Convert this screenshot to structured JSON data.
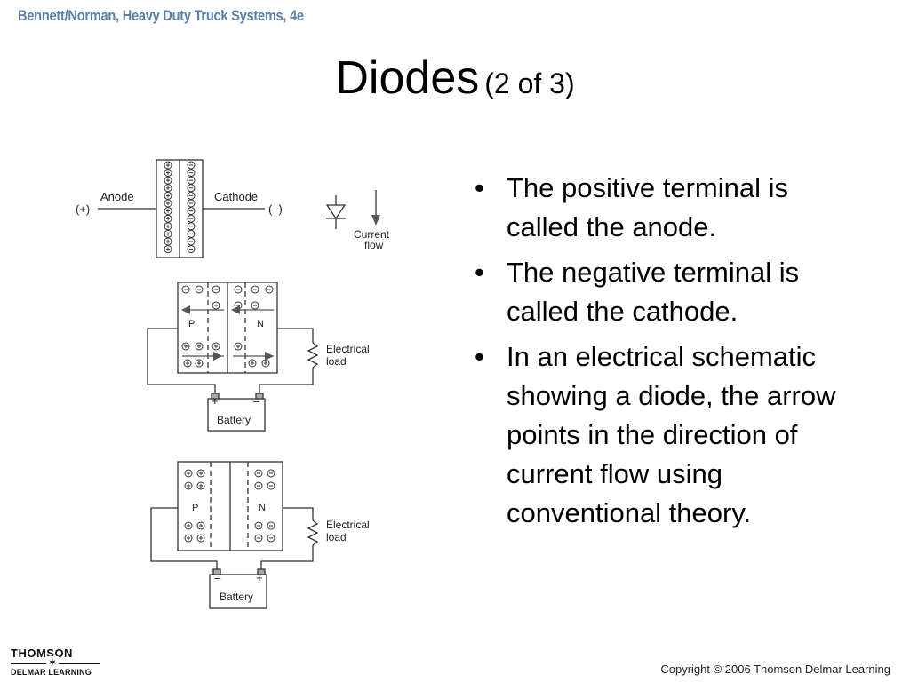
{
  "header": {
    "book": "Bennett/Norman, Heavy Duty Truck Systems, 4e"
  },
  "title": {
    "main": "Diodes",
    "sub": "(2 of 3)"
  },
  "bullets": [
    "The positive terminal is called the anode.",
    "The negative terminal is called the cathode.",
    "In an electrical schematic showing a diode, the arrow points in the direction of current flow using conventional theory."
  ],
  "diagram": {
    "top": {
      "positive": "(+)",
      "anode": "Anode",
      "cathode": "Cathode",
      "negative": "(–)",
      "current_line1": "Current",
      "current_line2": "flow"
    },
    "middle": {
      "p": "P",
      "n": "N",
      "load_line1": "Electrical",
      "load_line2": "load",
      "battery": "Battery",
      "battery_left": "+",
      "battery_right": "–"
    },
    "bottom": {
      "p": "P",
      "n": "N",
      "load_line1": "Electrical",
      "load_line2": "load",
      "battery": "Battery",
      "battery_left": "–",
      "battery_right": "+"
    }
  },
  "footer": {
    "logo_top": "THOMSON",
    "logo_bottom": "DELMAR LEARNING",
    "copyright": "Copyright © 2006 Thomson Delmar Learning"
  }
}
